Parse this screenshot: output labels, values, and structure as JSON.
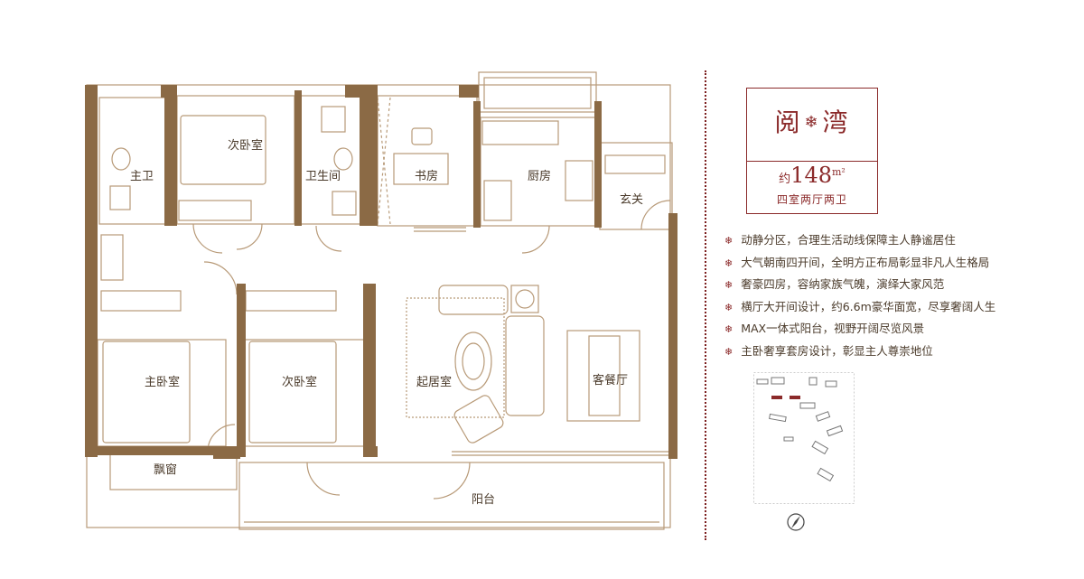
{
  "title": {
    "name_left": "阅",
    "name_right": "湾",
    "ornament_icon": "snowflake-icon",
    "area_prefix": "约",
    "area_value": "148",
    "area_unit": "m²",
    "layout": "四室两厅两卫"
  },
  "rooms": {
    "master_bath": "主卫",
    "second_bedroom_top": "次卧室",
    "bathroom": "卫生间",
    "study": "书房",
    "kitchen": "厨房",
    "entrance": "玄关",
    "master_bedroom": "主卧室",
    "second_bedroom_bottom": "次卧室",
    "living_room": "起居室",
    "dining_room": "客餐厅",
    "bay_window": "飘窗",
    "balcony": "阳台"
  },
  "features": [
    "动静分区，合理生活动线保障主人静谧居住",
    "大气朝南四开间，全明方正布局彰显非凡人生格局",
    "奢豪四房，容纳家族气魄，演绎大家风范",
    "横厅大开间设计，约6.6m豪华面宽，尽享奢阔人生",
    "MAX一体式阳台，视野开阔尽览风景",
    "主卧奢享套房设计，彰显主人尊崇地位"
  ],
  "colors": {
    "wall": "#8b6a45",
    "line": "#b89a78",
    "accent": "#8b2a2a",
    "text": "#4a3a2a"
  }
}
